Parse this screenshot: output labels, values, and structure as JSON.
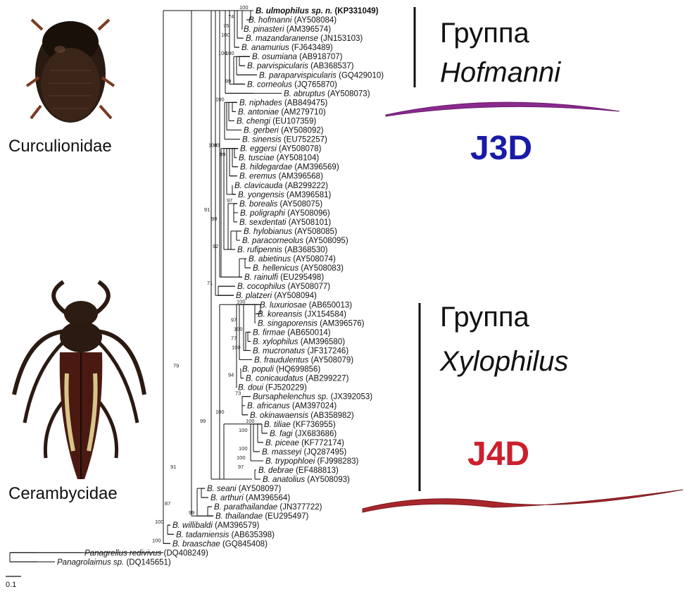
{
  "families": [
    {
      "name": "Curculionidae",
      "image": "beetle-icon"
    },
    {
      "name": "Cerambycidae",
      "image": "longhorn-beetle-icon"
    }
  ],
  "groups": [
    {
      "line1": "Группа",
      "line2": "Hofmanni",
      "code": "J3D",
      "code_color": "#1a1aa8",
      "worm_color": "#8a2a8e",
      "worm": "nematode-purple-icon"
    },
    {
      "line1": "Группа",
      "line2": "Xylophilus",
      "code": "J4D",
      "code_color": "#cc1f2e",
      "worm_color": "#a8262c",
      "worm": "nematode-red-icon"
    }
  ],
  "scale_bar": "0.1",
  "taxa": [
    {
      "sp": "B. ulmophilus  sp. n.",
      "acc": "(KP331049)",
      "bold": true
    },
    {
      "sp": "B. hofmanni",
      "acc": "(AY508084)"
    },
    {
      "sp": "B. pinasteri",
      "acc": "(AM396574)"
    },
    {
      "sp": "B. mazandaranense",
      "acc": "(JN153103)"
    },
    {
      "sp": "B. anamurius",
      "acc": "(FJ643489)"
    },
    {
      "sp": "B. osumiana",
      "acc": "(AB918707)"
    },
    {
      "sp": "B. parvispicularis",
      "acc": "(AB368537)"
    },
    {
      "sp": "B. paraparvispicularis",
      "acc": "(GQ429010)"
    },
    {
      "sp": "B. corneolus",
      "acc": "(JQ765870)"
    },
    {
      "sp": "B. abruptus",
      "acc": "(AY508073)"
    },
    {
      "sp": "B. niphades",
      "acc": "(AB849475)"
    },
    {
      "sp": "B. antoniae",
      "acc": "(AM279710)"
    },
    {
      "sp": "B. chengi",
      "acc": "(EU107359)"
    },
    {
      "sp": "B. gerberi",
      "acc": "(AY508092)"
    },
    {
      "sp": "B. sinensis",
      "acc": "(EU752257)"
    },
    {
      "sp": "B. eggersi",
      "acc": "(AY508078)"
    },
    {
      "sp": "B. tusciae",
      "acc": "(AY508104)"
    },
    {
      "sp": "B. hildegardae",
      "acc": "(AM396569)"
    },
    {
      "sp": "B. eremus",
      "acc": "(AM396568)"
    },
    {
      "sp": "B. clavicauda",
      "acc": "(AB299222)"
    },
    {
      "sp": "B. yongensis",
      "acc": "(AM396581)"
    },
    {
      "sp": "B. borealis",
      "acc": "(AY508075)"
    },
    {
      "sp": "B. poligraphi",
      "acc": "(AY508096)"
    },
    {
      "sp": "B. sexdentati",
      "acc": "(AY508101)"
    },
    {
      "sp": "B. hylobianus",
      "acc": "(AY508085)"
    },
    {
      "sp": "B. paracorneolus",
      "acc": "(AY508095)"
    },
    {
      "sp": "B. rufipennis",
      "acc": "(AB368530)"
    },
    {
      "sp": "B. abietinus",
      "acc": "(AY508074)"
    },
    {
      "sp": "B. hellenicus",
      "acc": "(AY508083)"
    },
    {
      "sp": "B. rainulfi",
      "acc": "(EU295498)"
    },
    {
      "sp": "B. cocophilus",
      "acc": "(AY508077)"
    },
    {
      "sp": "B. platzeri",
      "acc": "(AY508094)"
    },
    {
      "sp": "B. luxuriosae",
      "acc": "(AB650013)"
    },
    {
      "sp": "B. koreansis",
      "acc": "(JX154584)"
    },
    {
      "sp": "B. singaporensis",
      "acc": "(AM396576)"
    },
    {
      "sp": "B. firmae",
      "acc": "(AB650014)"
    },
    {
      "sp": "B. xylophilus",
      "acc": "(AM396580)"
    },
    {
      "sp": "B. mucronatus",
      "acc": "(JF317246)"
    },
    {
      "sp": "B. fraudulentus",
      "acc": "(AY508079)"
    },
    {
      "sp": "B. populi",
      "acc": "(HQ699856)"
    },
    {
      "sp": "B. conicaudatus",
      "acc": "(AB299227)"
    },
    {
      "sp": "B. doui",
      "acc": "(FJ520229)"
    },
    {
      "sp": "Bursaphelenchus sp.",
      "acc": "(JX392053)"
    },
    {
      "sp": "B. africanus",
      "acc": "(AM397024)"
    },
    {
      "sp": "B. okinawaensis",
      "acc": "(AB358982)"
    },
    {
      "sp": "B. tiliae",
      "acc": "(KF736955)"
    },
    {
      "sp": "B. fagi",
      "acc": "(JX683686)"
    },
    {
      "sp": "B. piceae",
      "acc": "(KF772174)"
    },
    {
      "sp": "B. masseyi",
      "acc": "(JQ287495)"
    },
    {
      "sp": "B. trypophloei",
      "acc": "(FJ998283)"
    },
    {
      "sp": "B. debrae",
      "acc": "(EF488813)"
    },
    {
      "sp": "B. anatolius",
      "acc": "(AY508093)"
    },
    {
      "sp": "B. seani",
      "acc": "(AY508097)"
    },
    {
      "sp": "B. arthuri",
      "acc": "(AM396564)"
    },
    {
      "sp": "B. parathailandae",
      "acc": "(JN377722)"
    },
    {
      "sp": "B. thailandae",
      "acc": "(EU295497)"
    },
    {
      "sp": "B. willibaldi",
      "acc": "(AM396579)"
    },
    {
      "sp": "B. tadamiensis",
      "acc": "(AB635398)"
    },
    {
      "sp": "B. braaschae",
      "acc": "(GQ845408)"
    },
    {
      "sp": "Panagrellus redivivus",
      "acc": "(DQ408249)"
    },
    {
      "sp": "Panagrolaimus sp.",
      "acc": "(DQ145651)"
    }
  ],
  "bootstrap": [
    "100",
    "74",
    "75",
    "100",
    "100",
    "99",
    "100",
    "100",
    "83",
    "99",
    "100",
    "97",
    "91",
    "99",
    "92",
    "71",
    "100",
    "97",
    "100",
    "77",
    "100",
    "94",
    "73",
    "100",
    "100",
    "100",
    "100",
    "100",
    "97",
    "99",
    "79",
    "91",
    "100",
    "87",
    "99",
    "100"
  ]
}
